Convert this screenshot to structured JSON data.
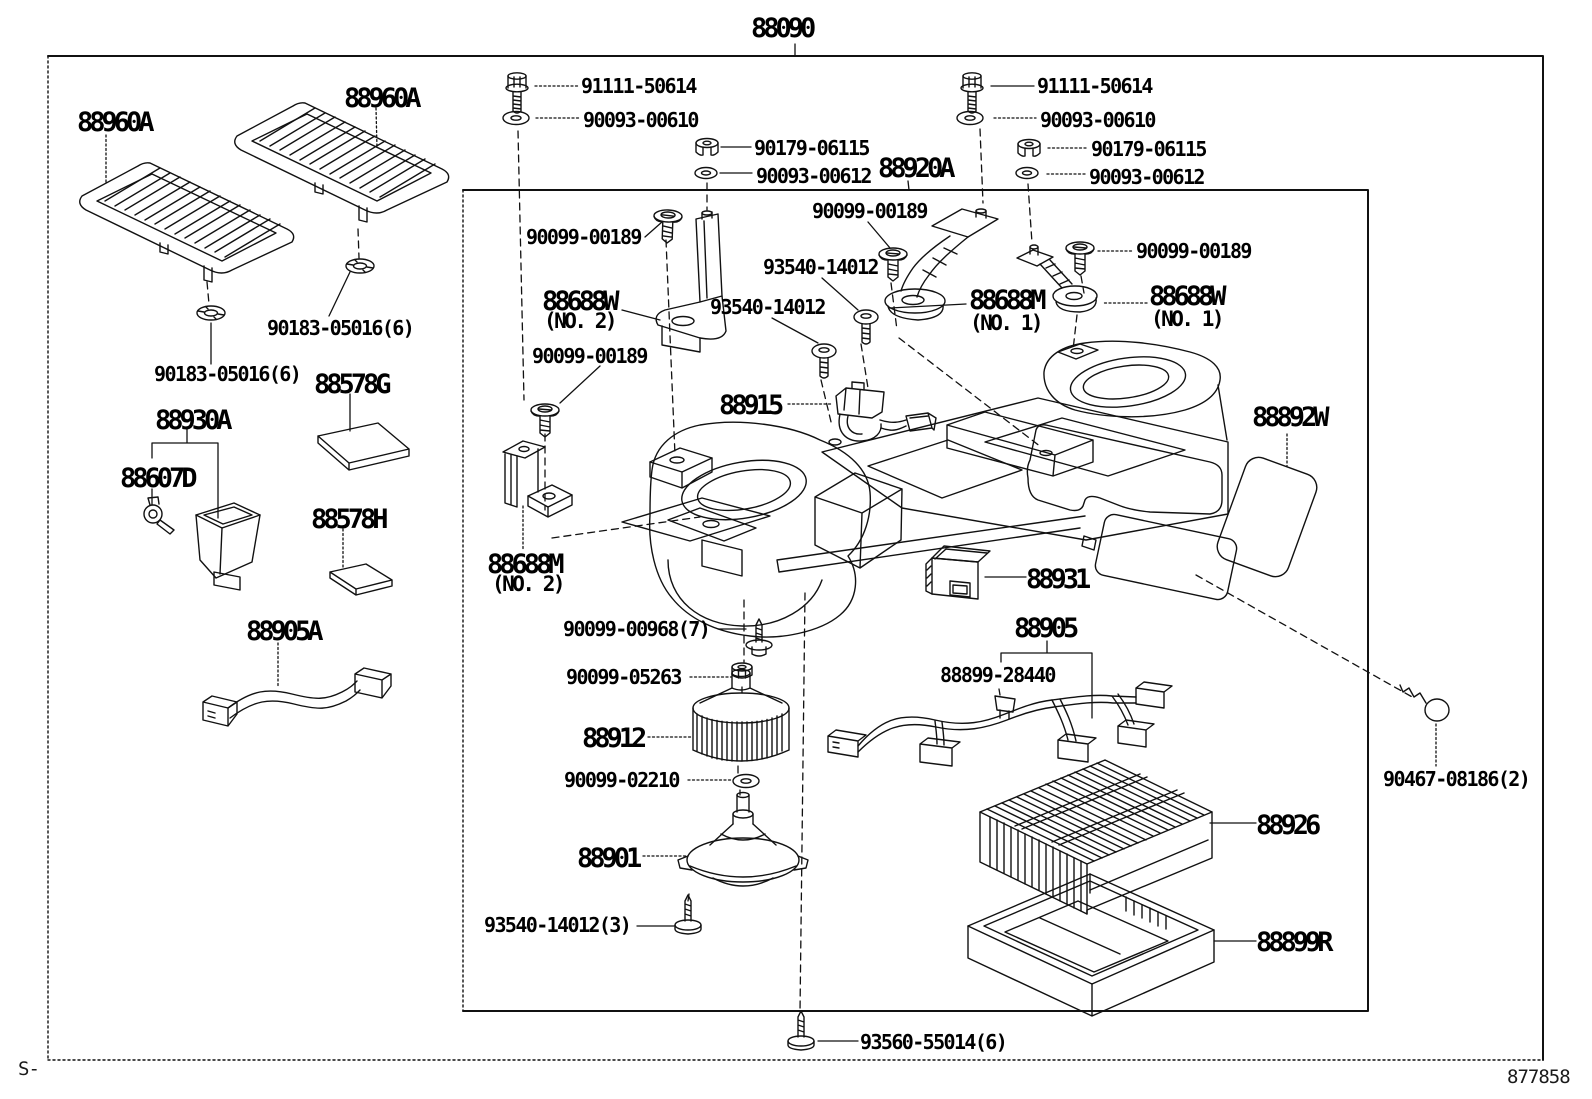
{
  "sheet": {
    "assembly_number": "88090",
    "code_left": "S-",
    "sheet_number": "877858"
  },
  "parts": {
    "assy": "88090",
    "grille": "88960A",
    "screw_90183": "90183-05016(6)",
    "pad_g": "88578G",
    "box_88930a": "88930A",
    "clip_88607d": "88607D",
    "pad_h": "88578H",
    "wire_88905a": "88905A",
    "bolt_91111": "91111-50614",
    "washer_00610": "90093-00610",
    "nut_90179": "90179-06115",
    "washer_00612": "90093-00612",
    "unit_88920a": "88920A",
    "screw_00189": "90099-00189",
    "screw_93540": "93540-14012",
    "bracket_w": "88688W",
    "bracket_m": "88688M",
    "no1": "(NO. 1)",
    "no2": "(NO. 2)",
    "connector_88915": "88915",
    "cover_88892w": "88892W",
    "resistor_88931": "88931",
    "screw_00968": "90099-00968(7)",
    "nut_05263": "90099-05263",
    "fan_88912": "88912",
    "washer_02210": "90099-02210",
    "motor_88901": "88901",
    "screw_93540_3": "93540-14012(3)",
    "screw_93560": "93560-55014(6)",
    "harness_88905": "88905",
    "fuse_88899": "88899-28440",
    "evaporator_88926": "88926",
    "case_88899r": "88899R",
    "screw_90467": "90467-08186(2)"
  }
}
